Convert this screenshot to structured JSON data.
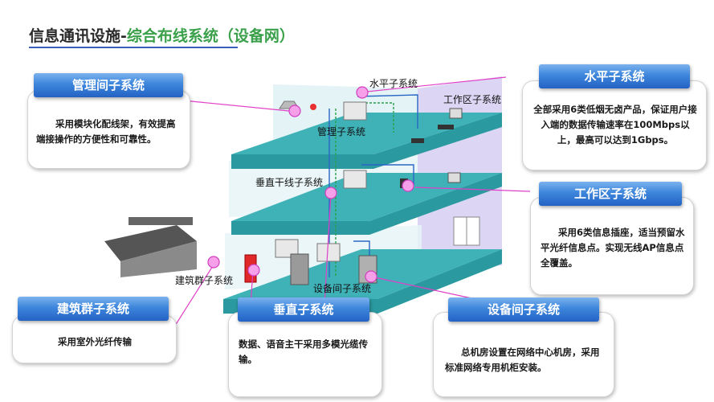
{
  "title": {
    "prefix": "信息通讯设施-",
    "highlight": "综合布线系统（设备网）"
  },
  "boxes": {
    "management": {
      "header": "管理间子系统",
      "body": "采用模块化配线架，有效提高端接操作的方便性和可靠性。"
    },
    "horizontal": {
      "header": "水平子系统",
      "body": "全部采用6类低烟无卤产品，保证用户接入端的数据传输速率在100Mbps以上，最高可以达到1Gbps。"
    },
    "work_area": {
      "header": "工作区子系统",
      "body": "采用6类信息插座，适当预留水平光纤信息点。实现无线AP信息点全覆盖。"
    },
    "building": {
      "header": "建筑群子系统",
      "body": "采用室外光纤传输"
    },
    "vertical": {
      "header": "垂直子系统",
      "body": "数据、语音主干采用多模光缆传输。"
    },
    "equipment": {
      "header": "设备间子系统",
      "body": "总机房设置在网络中心机房，采用标准网络专用机柜安装。"
    }
  },
  "diagram_labels": {
    "horizontal": "水平子系统",
    "work_area": "工作区子系统",
    "management": "管理子系统",
    "vertical_backbone": "垂直干线子系统",
    "building_group": "建筑群子系统",
    "equipment_room": "设备间子系统"
  },
  "colors": {
    "accent": "#3aa04a",
    "header_blue": "#2462c4",
    "floor": "#2a9aa0",
    "callout": "#e040c8"
  }
}
